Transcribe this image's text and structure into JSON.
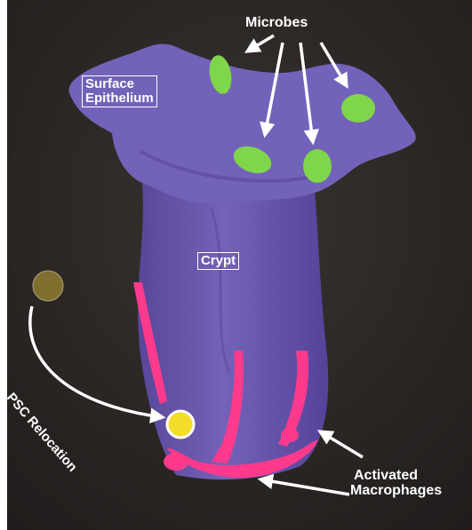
{
  "labels": {
    "surface_epithelium": [
      "Surface",
      "Epithelium"
    ],
    "microbes": "Microbes",
    "crypt": "Crypt",
    "activated_macrophages": [
      "Activated",
      "Macrophages"
    ],
    "psc_relocation": "PSC Relocation"
  },
  "colors": {
    "background": "#2e2a28",
    "epithelium": "#6e5ab0",
    "microbe": "#7fd64a",
    "macrophage": "#ff3a8c",
    "psc_faded": "#9b8632",
    "psc_active": "#f4dc2a",
    "annotation": "#ffffff"
  }
}
